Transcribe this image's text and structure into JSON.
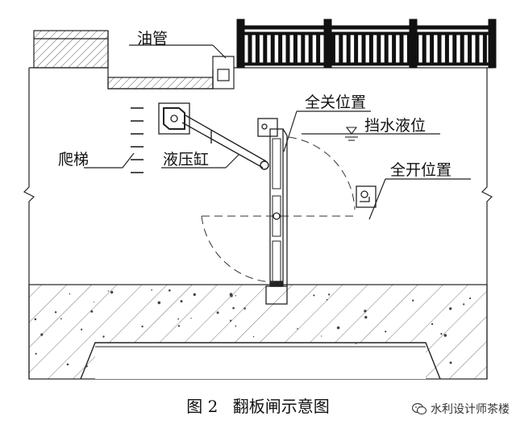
{
  "labels": {
    "oil_pipe": "油管",
    "ladder": "爬梯",
    "hydraulic_cylinder": "液压缸",
    "fully_closed": "全关位置",
    "retained_water_level": "挡水液位",
    "fully_open": "全开位置"
  },
  "caption": {
    "figure_no": "图 2",
    "title": "翻板闸示意图"
  },
  "watermark": {
    "text": "水利设计师茶楼",
    "icon": "wechat-icon"
  },
  "colors": {
    "line": "#222222",
    "paper": "#ffffff"
  }
}
